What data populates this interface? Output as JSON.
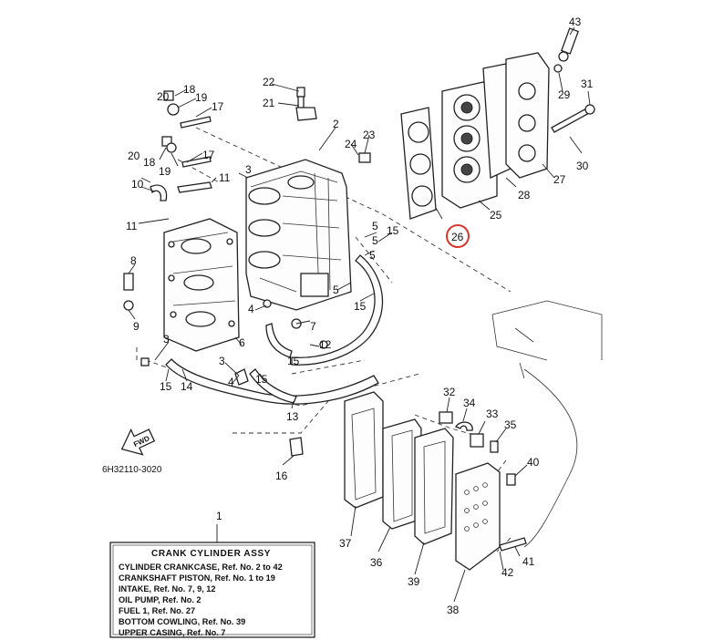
{
  "diagram": {
    "code": "6H32110-3020",
    "fwd_label": "FWD",
    "highlight_color": "#d9362b",
    "highlighted_ref": "26",
    "callouts": [
      "1",
      "2",
      "3",
      "4",
      "5",
      "6",
      "7",
      "8",
      "9",
      "10",
      "11",
      "12",
      "13",
      "14",
      "15",
      "16",
      "17",
      "18",
      "19",
      "20",
      "21",
      "22",
      "23",
      "24",
      "25",
      "26",
      "27",
      "28",
      "29",
      "30",
      "31",
      "32",
      "33",
      "34",
      "35",
      "36",
      "37",
      "38",
      "39",
      "40",
      "41",
      "42",
      "43"
    ]
  },
  "legend": {
    "title": "CRANK  CYLINDER ASSY",
    "lines": [
      "CYLINDER CRANKCASE,   Ref. No. 2 to 42",
      "CRANKSHAFT PISTON,   Ref. No. 1 to 19",
      "INTAKE,   Ref. No. 7, 9, 12",
      "OIL PUMP,   Ref. No. 2",
      "FUEL 1,   Ref. No. 27",
      "BOTTOM COWLING,   Ref. No. 39",
      "UPPER CASING,   Ref. No. 7"
    ]
  }
}
